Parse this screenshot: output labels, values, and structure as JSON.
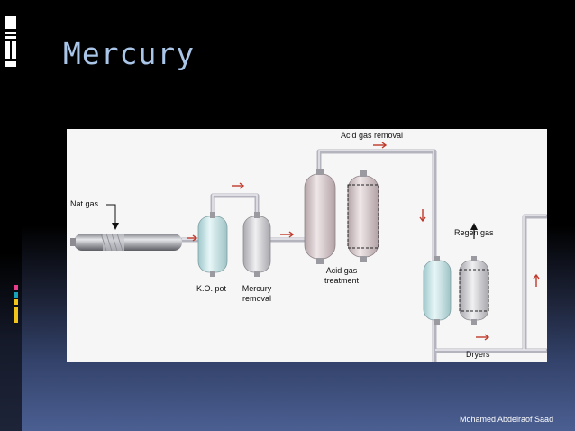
{
  "slide": {
    "title": "Mercury",
    "author": "Mohamed Abdelraof Saad"
  },
  "diagram": {
    "labels": {
      "nat_gas": "Nat gas",
      "acid_gas_removal": "Acid gas removal",
      "ko_pot": "K.O. pot",
      "mercury_removal_1": "Mercury",
      "mercury_removal_2": "removal",
      "acid_gas_treatment_1": "Acid gas",
      "acid_gas_treatment_2": "treatment",
      "regen_gas": "Regen gas",
      "dryers": "Dryers"
    },
    "colors": {
      "pipe": "#b8b8c2",
      "flow_arrow": "#c0392b",
      "vessel_blue": "#cde9ec",
      "vessel_grey": "#d9d9dc",
      "vessel_pink": "#dccdd0"
    }
  }
}
